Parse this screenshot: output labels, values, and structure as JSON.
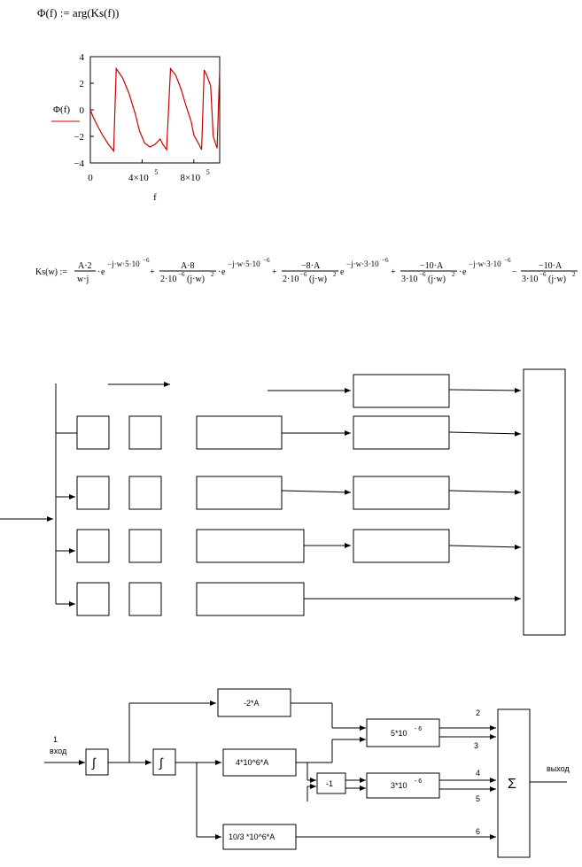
{
  "definition": {
    "text": "Φ(f) := arg(Ks(f))"
  },
  "plot": {
    "chart_data": {
      "type": "line",
      "ylabel": "Φ(f)",
      "xlabel": "f",
      "ylim": [
        -4,
        4
      ],
      "xlim": [
        0,
        1000000
      ],
      "y_ticks": [
        "4",
        "2",
        "0",
        "−2",
        "−4"
      ],
      "x_ticks": [
        "0",
        "4×10",
        "8×10"
      ],
      "x_tick_exp": "5",
      "line_color": "#cc0000",
      "series": [
        {
          "x": [
            0,
            20000,
            60000,
            100000,
            140000,
            180000,
            200000,
            250000,
            300000,
            350000,
            380000,
            420000,
            460000,
            500000,
            540000,
            560000,
            590000,
            620000,
            660000,
            700000,
            740000,
            780000,
            780001,
            800000,
            840000,
            860000,
            880000,
            900000,
            930000,
            950000,
            980000,
            1000000
          ],
          "y": [
            0,
            -0.5,
            -1.3,
            -2.0,
            -2.6,
            -3.1,
            3.1,
            2.4,
            1.2,
            -0.4,
            -1.6,
            -2.5,
            -2.8,
            -2.6,
            -2.2,
            -2.6,
            -3.0,
            3.1,
            2.6,
            1.6,
            0.3,
            -0.9,
            -0.9,
            -1.9,
            -2.6,
            -3.0,
            3.0,
            2.6,
            1.8,
            -2.0,
            -2.9,
            3.1
          ]
        }
      ]
    }
  },
  "formula": {
    "lhs": "Ks(w) :=",
    "t1_num": "A·2",
    "t1_den": "w·j",
    "t1_exp": "−j·w·5·10",
    "t2_num": "A·8",
    "t2_den": "2·10",
    "t2_den2": "(j·w)",
    "t2_exp": "−j·w·5·10",
    "t3_num": "−8·A",
    "t3_den": "2·10",
    "t3_den2": "(j·w)",
    "t3_exp": "−j·w·3·10",
    "t4_num": "−10·A",
    "t4_den": "3·10",
    "t4_den2": "(j·w)",
    "t4_exp": "−j·w·3·10",
    "t5_num": "−10·A",
    "t5_den": "3·10",
    "t5_den2": "(j·w)",
    "exp_minus6": "−6",
    "sq": "2",
    "op_plus": "+",
    "op_minus": "−",
    "e": "e",
    "dot": "·"
  },
  "diagram2": {
    "b_neg2A": "-2*A",
    "b_4e6A": "4*10^6*A",
    "b_10_3": "10/3 *10^6*A",
    "b_5e": "5*10",
    "b_3e": "3*10",
    "b_neg1": "-1",
    "exp_neg6": "- 6",
    "integ": "∫",
    "sum": "Σ",
    "input_num": "1",
    "input_label": "вход",
    "output_label": "выход",
    "n2": "2",
    "n3": "3",
    "n4": "4",
    "n5": "5",
    "n6": "6"
  }
}
